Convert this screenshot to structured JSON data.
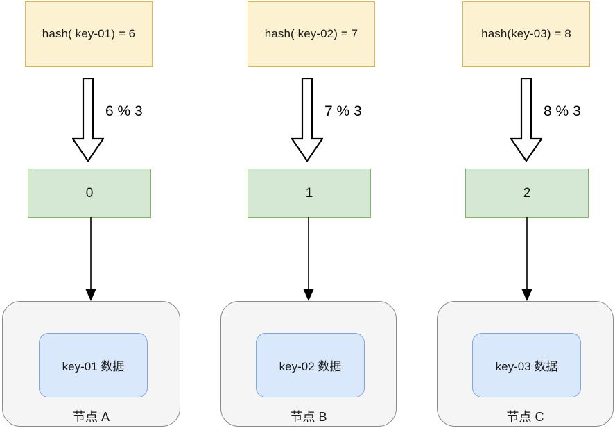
{
  "diagram": {
    "title": "hash modulo node mapping",
    "colors": {
      "hash_fill": "#fcf2d2",
      "hash_border": "#d6b656",
      "slot_fill": "#d5e8d4",
      "slot_border": "#82b366",
      "data_fill": "#dae8fc",
      "data_border": "#7ea6e0",
      "node_fill": "#f5f5f5",
      "node_border": "#8a8a8a",
      "arrow_stroke": "#000000",
      "background": "#ffffff"
    },
    "columns": [
      {
        "hash_expression": "hash( key-01) = 6",
        "mod_label": "6 % 3",
        "slot_index": "0",
        "data_label": "key-01 数据",
        "node_label": "节点 A"
      },
      {
        "hash_expression": "hash( key-02) = 7",
        "mod_label": "7 % 3",
        "slot_index": "1",
        "data_label": "key-02 数据",
        "node_label": "节点 B"
      },
      {
        "hash_expression": "hash(key-03) = 8",
        "mod_label": "8 % 3",
        "slot_index": "2",
        "data_label": "key-03 数据",
        "node_label": "节点 C"
      }
    ]
  }
}
